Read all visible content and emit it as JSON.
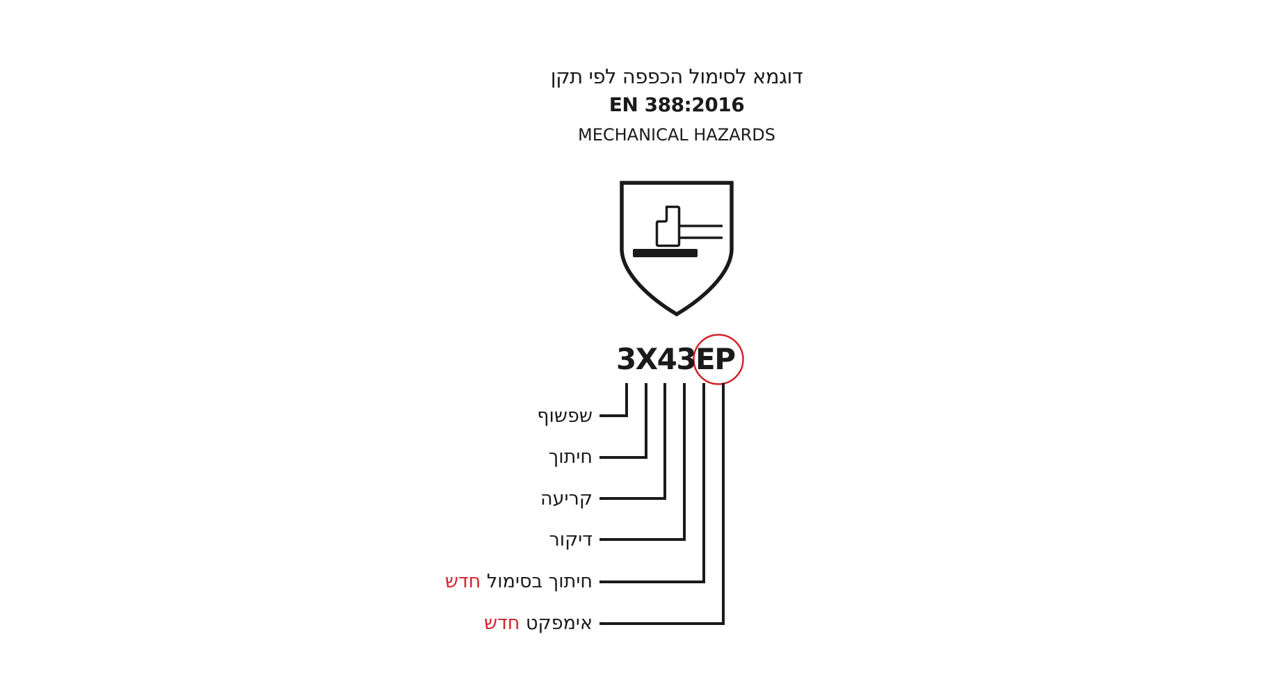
{
  "header": {
    "title_hebrew": "דוגמא לסימול הכפפה לפי תקן",
    "standard": "EN 388:2016",
    "subtitle": "MECHANICAL HAZARDS"
  },
  "pictogram": {
    "icon": "shield-hammer-icon",
    "description": "EN 388 mechanical hazards shield pictogram"
  },
  "code": {
    "value": "3X43EP",
    "highlighted_part": "EP",
    "highlight_color": "#d2232a"
  },
  "labels": [
    {
      "text": "שפשוף",
      "new_tag": "",
      "code_char": "3"
    },
    {
      "text": "חיתוך",
      "new_tag": "",
      "code_char": "X"
    },
    {
      "text": "קריעה",
      "new_tag": "",
      "code_char": "4"
    },
    {
      "text": "דיקור",
      "new_tag": "",
      "code_char": "3"
    },
    {
      "text": "חיתוך בסימול",
      "new_tag": "חדש",
      "code_char": "E"
    },
    {
      "text": "אימפקט",
      "new_tag": "חדש",
      "code_char": "P"
    }
  ],
  "colors": {
    "text": "#1a1a1a",
    "accent_red": "#d2232a",
    "background": "#ffffff"
  }
}
